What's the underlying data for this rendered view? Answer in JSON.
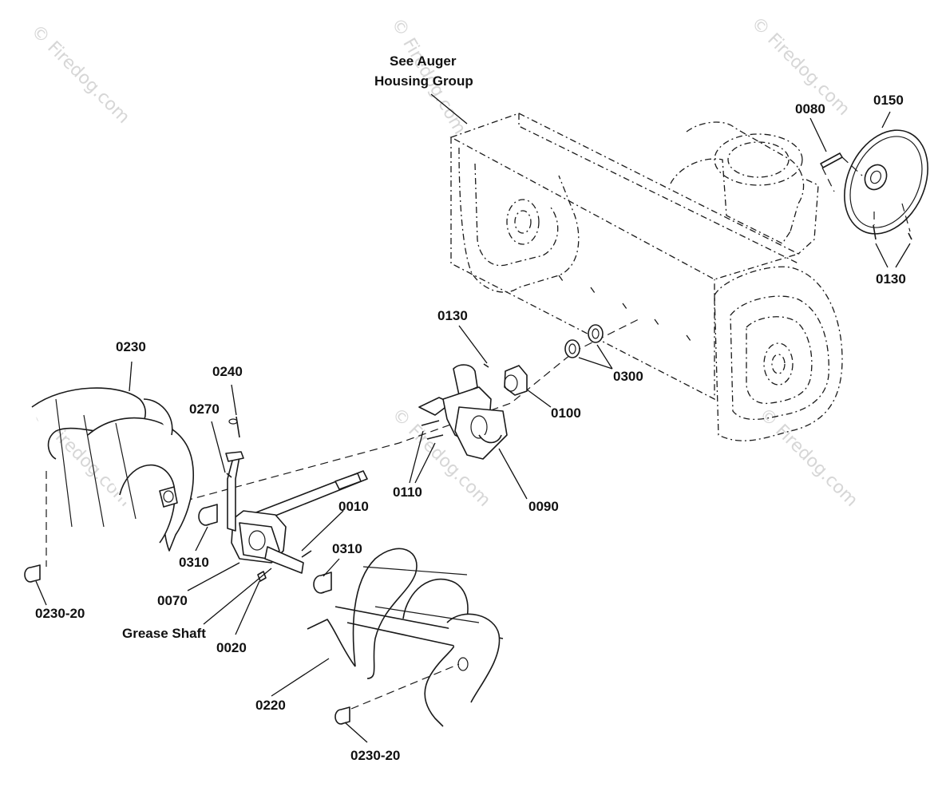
{
  "watermark": {
    "text": "© Firedog.com",
    "color": "#d6d6d6"
  },
  "notes": {
    "see_auger_line1": "See Auger",
    "see_auger_line2": "Housing Group",
    "grease_shaft": "Grease Shaft"
  },
  "callouts": {
    "c0150": "0150",
    "c0080": "0080",
    "c0130_top": "0130",
    "c0130_mid": "0130",
    "c0300": "0300",
    "c0100": "0100",
    "c0110": "0110",
    "c0090": "0090",
    "c0230": "0230",
    "c0240": "0240",
    "c0270": "0270",
    "c0010": "0010",
    "c0310_left": "0310",
    "c0310_right": "0310",
    "c0070": "0070",
    "c0020": "0020",
    "c0220": "0220",
    "c0230_20_left": "0230-20",
    "c0230_20_bottom": "0230-20"
  }
}
